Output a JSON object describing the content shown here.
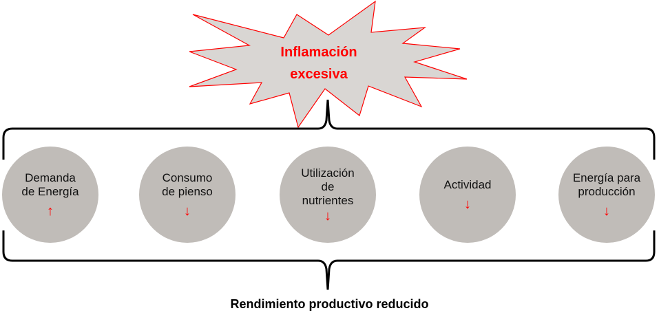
{
  "burst": {
    "line1": "Inflamación",
    "line2": "excesiva"
  },
  "factors": [
    {
      "label1": "Demanda",
      "label2": "de Energía",
      "label3": "",
      "arrow": "↑",
      "direction": "up"
    },
    {
      "label1": "Consumo",
      "label2": "de pienso",
      "label3": "",
      "arrow": "↓",
      "direction": "down"
    },
    {
      "label1": "Utilización",
      "label2": "de",
      "label3": "nutrientes",
      "arrow": "↓",
      "direction": "down"
    },
    {
      "label1": "Actividad",
      "label2": "",
      "label3": "",
      "arrow": "↓",
      "direction": "down"
    },
    {
      "label1": "Energía para",
      "label2": "producción",
      "label3": "",
      "arrow": "↓",
      "direction": "down"
    }
  ],
  "footer": "Rendimiento productivo reducido",
  "colors": {
    "accent": "#ff0000",
    "circle": "#c0bcb8",
    "burst_fill": "#d9d6d3"
  }
}
